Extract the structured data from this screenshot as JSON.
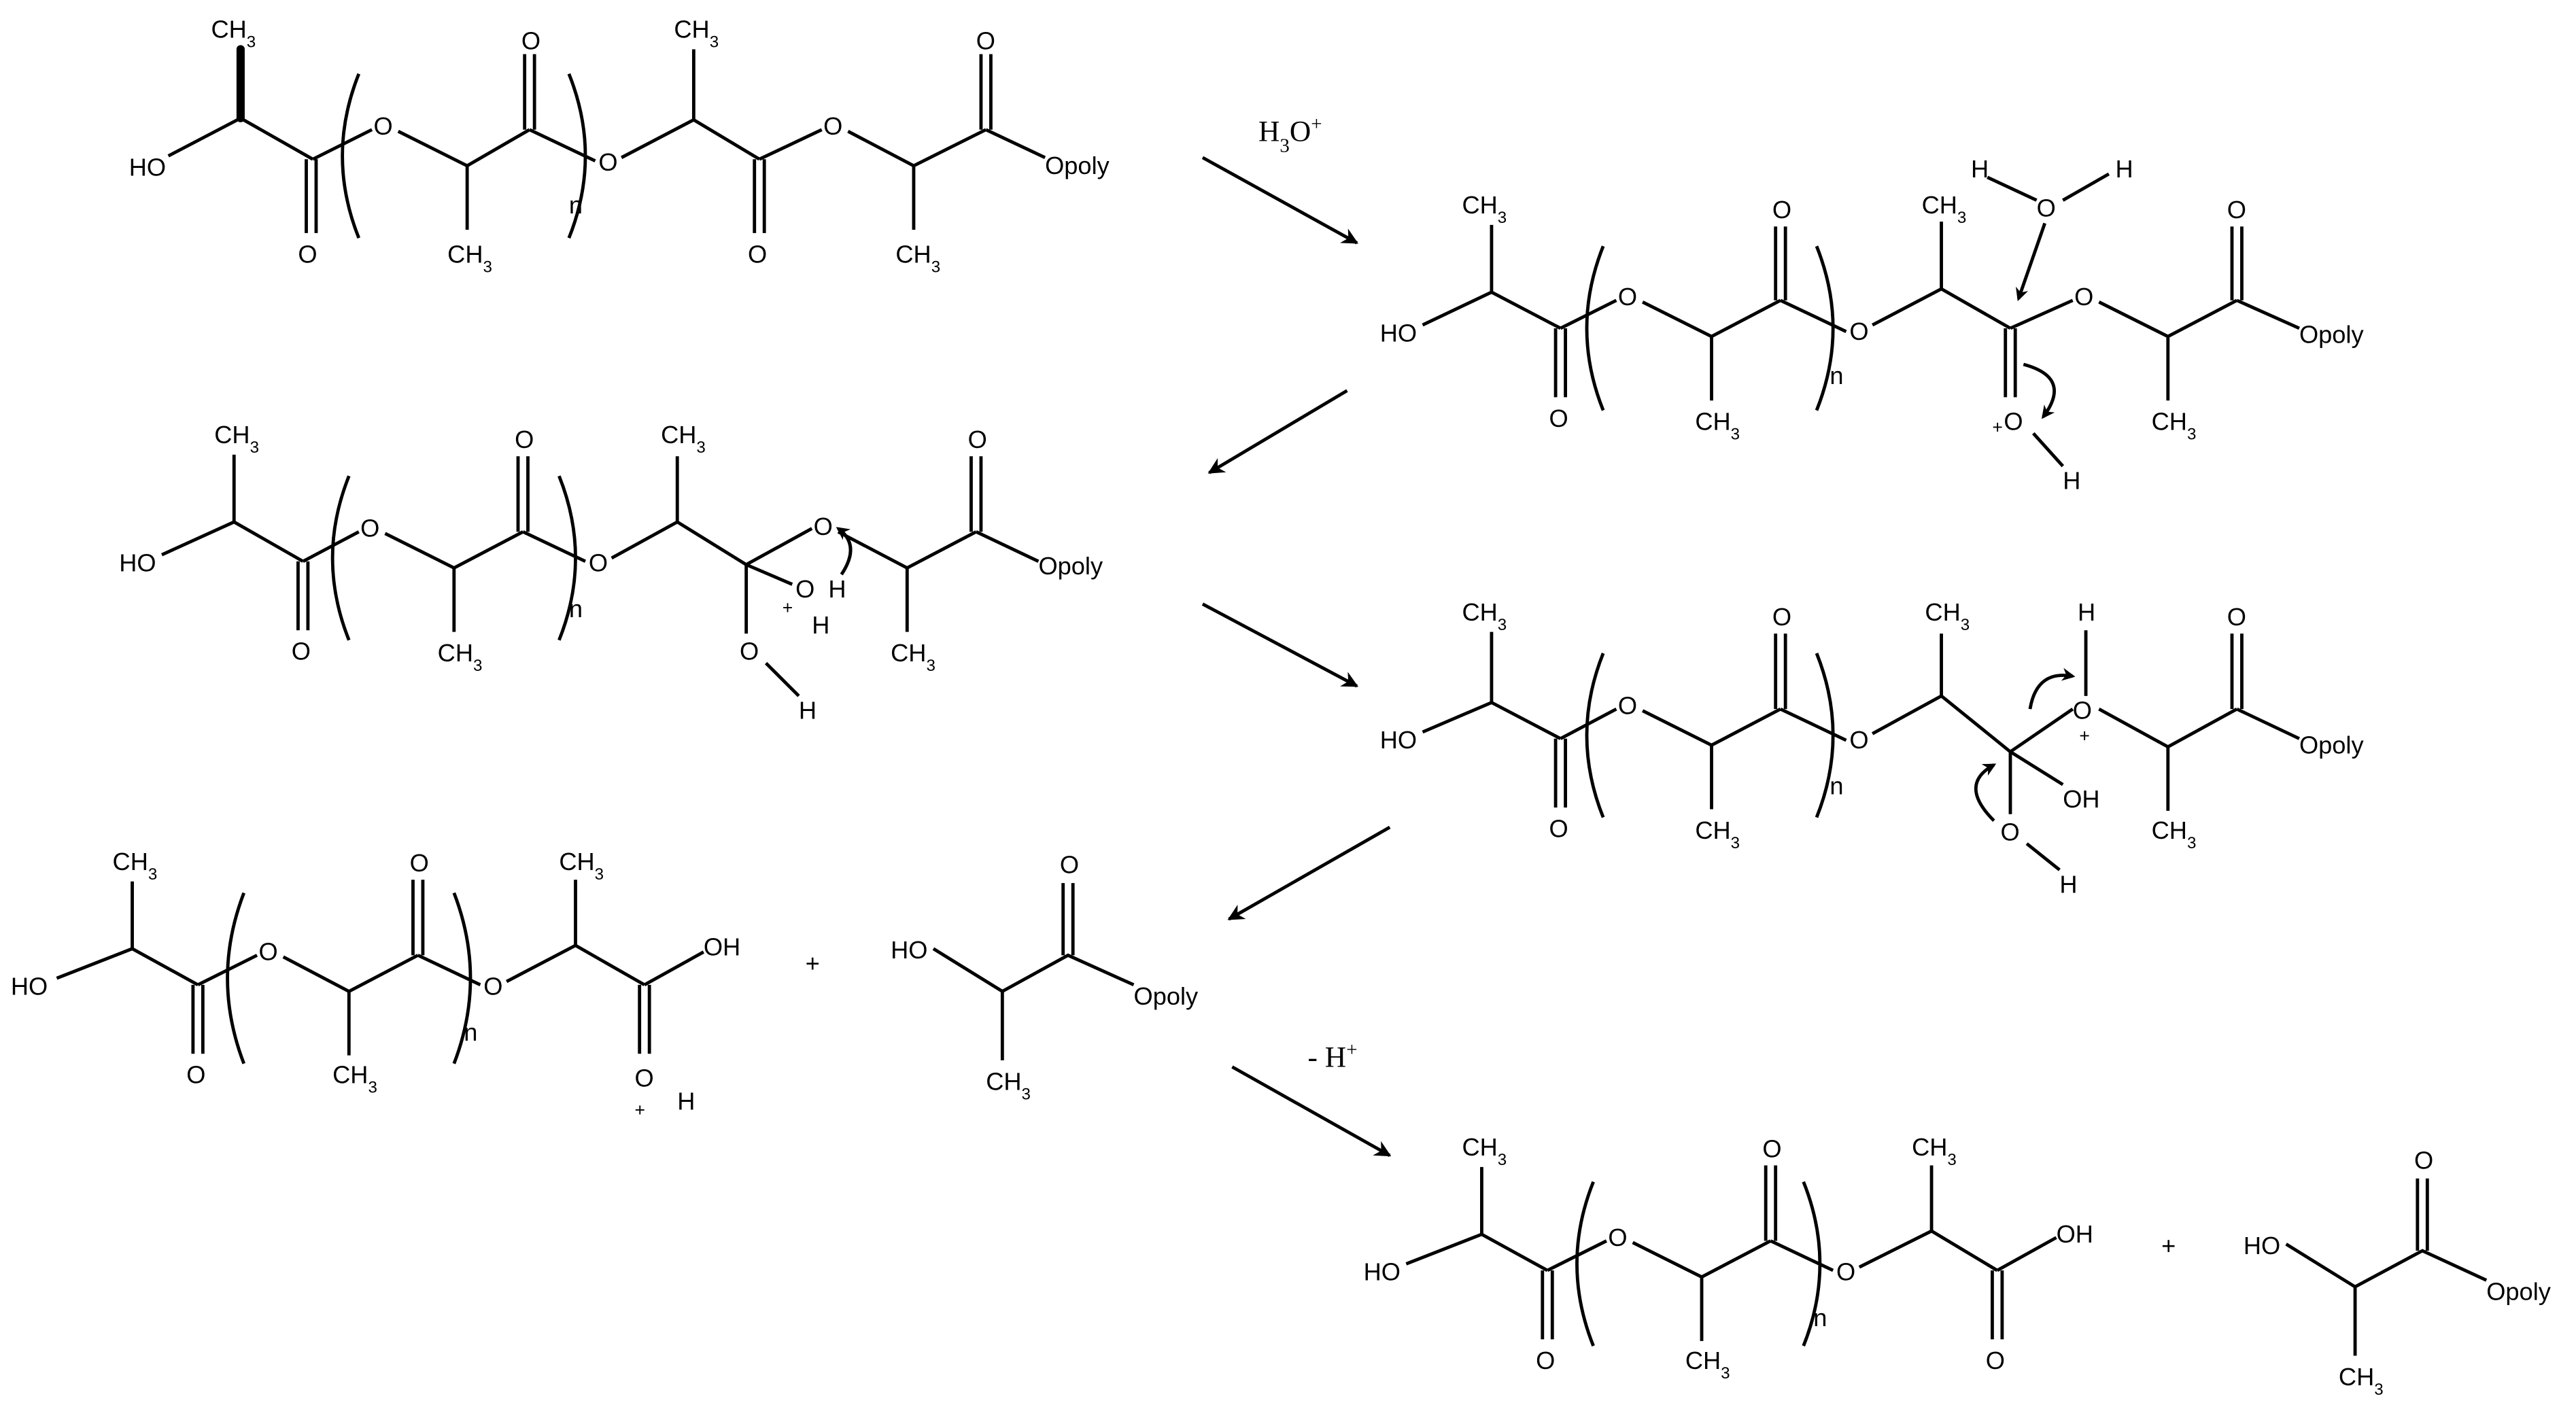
{
  "labels": {
    "ch3": "CH",
    "three": "3",
    "o": "O",
    "ho": "HO",
    "oh": "OH",
    "opoly": "Opoly",
    "n": "n",
    "h": "H",
    "plus": "+",
    "charge": "+"
  },
  "reagents": {
    "acid_base": "H",
    "acid_sub": "3",
    "acid_o": "O",
    "acid_sup": "+",
    "deprot_prefix": "- H",
    "deprot_sup": "+"
  }
}
